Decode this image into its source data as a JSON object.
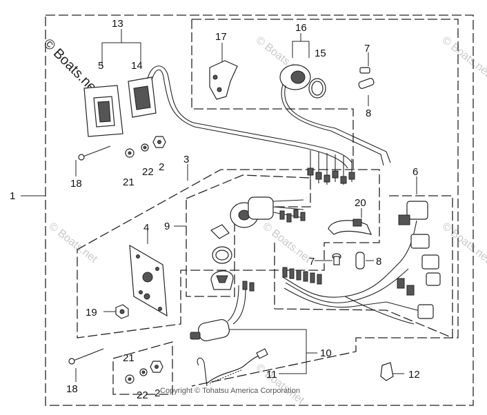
{
  "watermark_main": "© Boats.net",
  "watermark_faint": "© Boats.net",
  "copyright": "Copyright © Tohatsu America Corporation",
  "callouts": {
    "c1": "1",
    "c2a": "2",
    "c2b": "2",
    "c3": "3",
    "c4": "4",
    "c5": "5",
    "c6": "6",
    "c7a": "7",
    "c7b": "7",
    "c8a": "8",
    "c8b": "8",
    "c9": "9",
    "c10": "10",
    "c11": "11",
    "c12": "12",
    "c13": "13",
    "c14": "14",
    "c15": "15",
    "c16": "16",
    "c17": "17",
    "c18a": "18",
    "c18b": "18",
    "c19": "19",
    "c20": "20",
    "c21a": "21",
    "c21b": "21",
    "c22a": "22",
    "c22b": "22"
  }
}
